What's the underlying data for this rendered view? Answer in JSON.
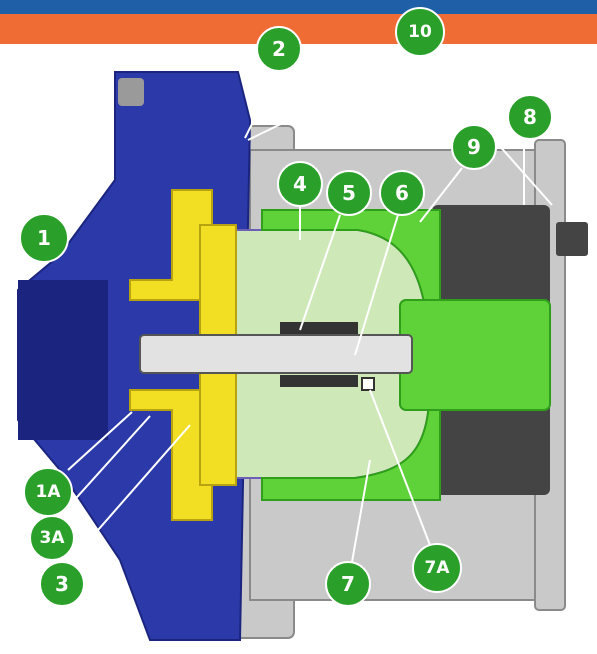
{
  "colors": {
    "banner_blue": "#1f5fa8",
    "banner_orange": "#ef6c35",
    "housing_blue": "#2b3aa8",
    "housing_blue_dark": "#1b2580",
    "impeller_yellow": "#f2de22",
    "magnet_green": "#5fd23a",
    "magnet_green_dark": "#2f9e1a",
    "pale_green": "#cfe8b8",
    "grey_housing": "#c9c9c9",
    "grey_dark": "#444444",
    "shaft_grey": "#e2e2e2",
    "callout_green": "#2aa02a"
  },
  "callouts": [
    {
      "id": "c1",
      "label": "1"
    },
    {
      "id": "c1a",
      "label": "1A"
    },
    {
      "id": "c2",
      "label": "2"
    },
    {
      "id": "c3",
      "label": "3"
    },
    {
      "id": "c3a",
      "label": "3A"
    },
    {
      "id": "c4",
      "label": "4"
    },
    {
      "id": "c5",
      "label": "5"
    },
    {
      "id": "c6",
      "label": "6"
    },
    {
      "id": "c7",
      "label": "7"
    },
    {
      "id": "c7a",
      "label": "7A"
    },
    {
      "id": "c8",
      "label": "8"
    },
    {
      "id": "c9",
      "label": "9"
    },
    {
      "id": "c10",
      "label": "10"
    }
  ]
}
